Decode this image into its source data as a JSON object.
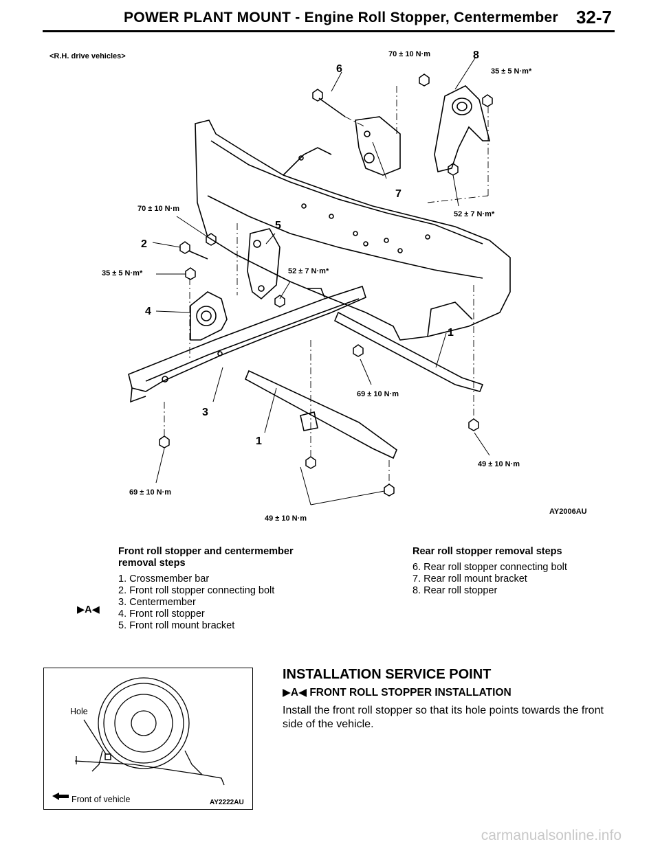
{
  "header": {
    "title": "POWER PLANT MOUNT - Engine Roll Stopper, Centermember",
    "page_number": "32-7"
  },
  "figure_main": {
    "caption": "<R.H. drive vehicles>",
    "figure_code": "AY2006AU",
    "torque_labels": {
      "t_70_top": "70 ± 10 N·m",
      "t_35_top": "35 ± 5 N·m*",
      "t_52_right": "52 ± 7 N·m*",
      "t_70_left": "70 ± 10 N·m",
      "t_35_left": "35 ± 5 N·m*",
      "t_52_mid": "52 ± 7 N·m*",
      "t_69_mid": "69 ± 10 N·m",
      "t_49_right": "49 ± 10 N·m",
      "t_69_left": "69 ± 10 N·m",
      "t_49_bottom": "49 ± 10 N·m"
    },
    "callouts": {
      "c6": "6",
      "c8": "8",
      "c7": "7",
      "c5": "5",
      "c2": "2",
      "c4": "4",
      "c1_right": "1",
      "c3": "3",
      "c1_bottom": "1"
    }
  },
  "front_steps": {
    "heading_line1": "Front roll stopper and centermember",
    "heading_line2": "removal steps",
    "items": [
      "1. Crossmember bar",
      "2. Front roll stopper connecting bolt",
      "3. Centermember",
      "4. Front roll stopper",
      "5. Front roll mount bracket"
    ],
    "marker": "▶A◀"
  },
  "rear_steps": {
    "heading": "Rear roll stopper removal steps",
    "items": [
      "6. Rear roll stopper connecting bolt",
      "7. Rear roll mount bracket",
      "8. Rear roll stopper"
    ]
  },
  "inset_figure": {
    "hole_label": "Hole",
    "front_label": "Front of vehicle",
    "figure_code": "AY2222AU"
  },
  "installation": {
    "title": "INSTALLATION SERVICE POINT",
    "subtitle": "▶A◀ FRONT ROLL STOPPER INSTALLATION",
    "body": "Install the front roll stopper so that its hole points towards the front side of the vehicle."
  },
  "watermark": "carmanualsonline.info"
}
